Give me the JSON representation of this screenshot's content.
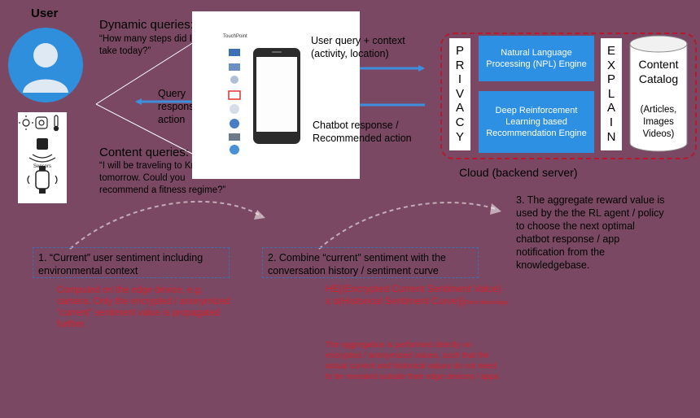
{
  "user": {
    "title": "User",
    "sensors_label": "Sensors"
  },
  "dynamic_queries": {
    "title": "Dynamic queries:",
    "text": "“How many steps did I take today?”"
  },
  "content_queries": {
    "title": "Content queries:",
    "text": "“I will be traveling to Krakow tomorrow. Could you recommend a fitness regime?”"
  },
  "phone": {
    "app_list_title": "TouchPoint"
  },
  "arrows": {
    "user_query": "User query + context (activity, location)",
    "query_response": "Query response / action",
    "chatbot_response": "Chatbot response / Recommended action"
  },
  "cloud": {
    "privacy_letters": [
      "P",
      "R",
      "I",
      "V",
      "A",
      "C",
      "Y"
    ],
    "explain_letters": [
      "E",
      "X",
      "P",
      "L",
      "A",
      "I",
      "N"
    ],
    "nlp_engine": "Natural Language Processing (NPL) Engine",
    "rl_engine": "Deep Reinforcement Learning based Recommendation Engine",
    "catalog_title": "Content Catalog",
    "catalog_items": "(Articles, Images Videos)",
    "label": "Cloud (backend server)"
  },
  "steps": {
    "step1": "1. “Current” user sentiment including environmental context",
    "step2": "2. Combine “current” sentiment with the conversation history / sentiment curve",
    "step3": "3. The aggregate reward value is used by the the RL agent / policy to choose the next optimal chatbot response / app notification from the knowledgebase."
  },
  "notes": {
    "edge": "Computed on the edge device, e.g. camera. Only the encrypted / anonymized “current” sentiment value is propagated further.",
    "formula": "HE[(Encrypted Current Sentiment Value) x α(Historical Sentiment Curve)]",
    "formula_sub": "Client device/app",
    "aggregation": "The aggregation is performed directly on encrypted / anonymized values, such that the actual current and historical values do not need to be revealed outside their edge devices / apps."
  },
  "colors": {
    "background": "#7a4863",
    "engine_blue": "#2e90e3",
    "arrow_blue": "#3d8fde",
    "dashed_red": "#b8182e",
    "note_red": "#d5202a"
  }
}
